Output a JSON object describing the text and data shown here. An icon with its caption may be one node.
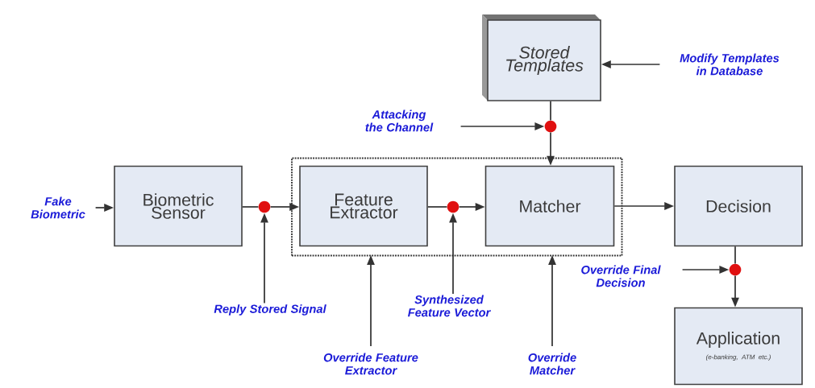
{
  "diagram": {
    "nodes": [
      {
        "text": [
          "Fake Biometric"
        ]
      },
      {
        "text": [
          "Biometric Sensor"
        ]
      },
      {
        "text": [],
        "shape": "box"
      },
      {
        "text": [
          "Feature Extractor"
        ],
        "in": 2
      },
      {
        "text": [
          "Matcher"
        ],
        "in": 2
      },
      {
        "text": [
          "Stored Templates"
        ]
      },
      {
        "text": [
          "Decision"
        ]
      },
      {
        "text": [
          "Application",
          "(e-banking, ATM etc.)"
        ]
      },
      {
        "text": [
          "Modify Templates in Database"
        ]
      },
      {
        "text": [
          "Attacking the Channel"
        ]
      },
      {
        "text": [
          "Reply Stored Signal"
        ]
      },
      {
        "text": [
          "Override Feature Extractor"
        ]
      },
      {
        "text": [
          "Synthesized Feature Vector"
        ]
      },
      {
        "text": [
          "Override Matcher"
        ]
      },
      {
        "text": [
          "Override Final Decision"
        ]
      },
      {
        "text": [],
        "shape": "circle"
      },
      {
        "text": [],
        "shape": "circle",
        "in": 2
      },
      {
        "text": [],
        "shape": "circle"
      },
      {
        "text": [],
        "shape": "circle"
      }
    ],
    "edges": [
      {
        "from": 0,
        "to": 1,
        "arrow": "to"
      },
      {
        "from": 1,
        "to": 15,
        "arrow": "none"
      },
      {
        "from": 15,
        "to": 3,
        "arrow": "to"
      },
      {
        "from": 10,
        "to": 15,
        "arrow": "to"
      },
      {
        "from": 3,
        "to": 16,
        "arrow": "none"
      },
      {
        "from": 16,
        "to": 4,
        "arrow": "to"
      },
      {
        "from": 12,
        "to": 16,
        "arrow": "to"
      },
      {
        "from": 5,
        "to": 17,
        "arrow": "none"
      },
      {
        "from": 17,
        "to": 4,
        "arrow": "to"
      },
      {
        "from": 9,
        "to": 17,
        "arrow": "to"
      },
      {
        "from": 8,
        "to": 5,
        "arrow": "to"
      },
      {
        "from": 4,
        "to": 6,
        "arrow": "to"
      },
      {
        "from": 6,
        "to": 18,
        "arrow": "none"
      },
      {
        "from": 18,
        "to": 7,
        "arrow": "to"
      },
      {
        "from": 14,
        "to": 18,
        "arrow": "to"
      },
      {
        "from": 11,
        "to": 2,
        "arrow": "to"
      },
      {
        "from": 13,
        "to": 2,
        "arrow": "to"
      }
    ]
  }
}
